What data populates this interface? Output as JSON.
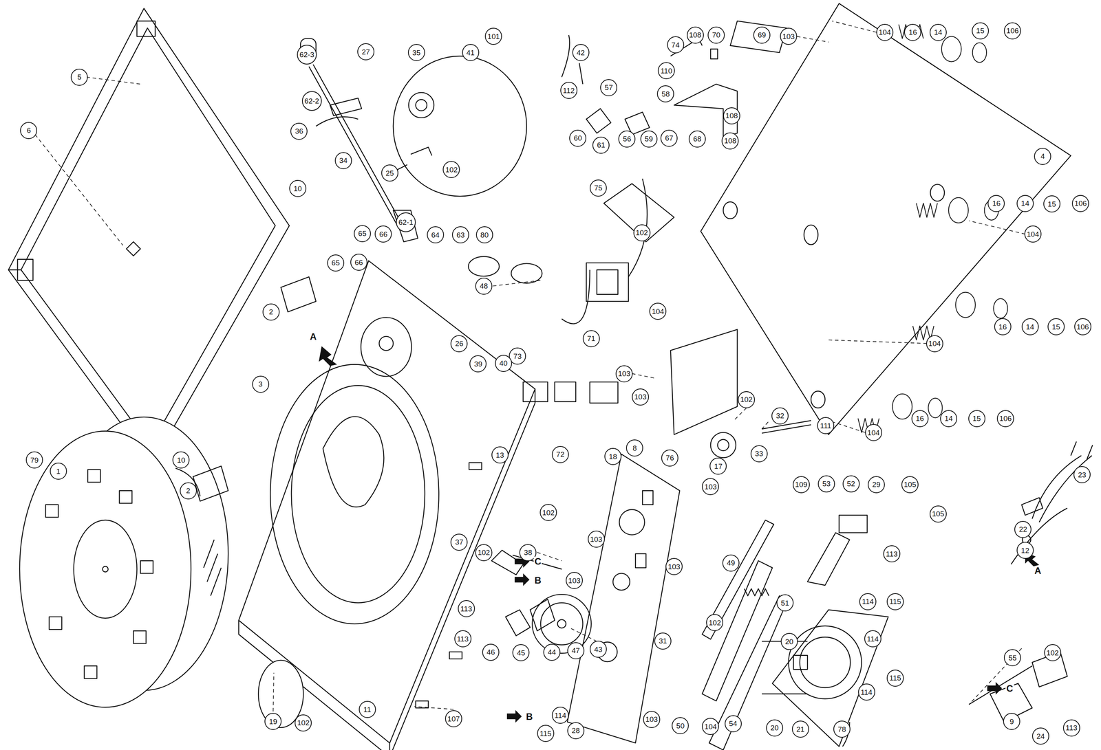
{
  "diagram": {
    "nodes": [
      {
        "text": [
          "62-3"
        ]
      },
      {
        "text": [
          "27"
        ]
      },
      {
        "text": [
          "35"
        ]
      },
      {
        "text": [
          "41"
        ]
      },
      {
        "text": [
          "101"
        ]
      },
      {
        "text": [
          "42"
        ]
      },
      {
        "text": [
          "74"
        ]
      },
      {
        "text": [
          "108"
        ]
      },
      {
        "text": [
          "70"
        ]
      },
      {
        "text": [
          "69"
        ]
      },
      {
        "text": [
          "103"
        ]
      },
      {
        "text": [
          "104"
        ]
      },
      {
        "text": [
          "16"
        ]
      },
      {
        "text": [
          "14"
        ]
      },
      {
        "text": [
          "15"
        ]
      },
      {
        "text": [
          "106"
        ]
      },
      {
        "text": [
          "5"
        ]
      },
      {
        "text": [
          "62-2"
        ]
      },
      {
        "text": [
          "110"
        ]
      },
      {
        "text": [
          "112"
        ]
      },
      {
        "text": [
          "57"
        ]
      },
      {
        "text": [
          "58"
        ]
      },
      {
        "text": [
          "108"
        ]
      },
      {
        "text": [
          "6"
        ]
      },
      {
        "text": [
          "36"
        ]
      },
      {
        "text": [
          "60"
        ]
      },
      {
        "text": [
          "61"
        ]
      },
      {
        "text": [
          "56"
        ]
      },
      {
        "text": [
          "59"
        ]
      },
      {
        "text": [
          "67"
        ]
      },
      {
        "text": [
          "68"
        ]
      },
      {
        "text": [
          "108"
        ]
      },
      {
        "text": [
          "4"
        ]
      },
      {
        "text": [
          "34"
        ]
      },
      {
        "text": [
          "25"
        ]
      },
      {
        "text": [
          "102"
        ]
      },
      {
        "text": [
          "10"
        ]
      },
      {
        "text": [
          "75"
        ]
      },
      {
        "text": [
          "16"
        ]
      },
      {
        "text": [
          "14"
        ]
      },
      {
        "text": [
          "15"
        ]
      },
      {
        "text": [
          "106"
        ]
      },
      {
        "text": [
          "62-1"
        ]
      },
      {
        "text": [
          "65"
        ]
      },
      {
        "text": [
          "66"
        ]
      },
      {
        "text": [
          "64"
        ]
      },
      {
        "text": [
          "63"
        ]
      },
      {
        "text": [
          "80"
        ]
      },
      {
        "text": [
          "102"
        ]
      },
      {
        "text": [
          "104"
        ]
      },
      {
        "text": [
          "65"
        ]
      },
      {
        "text": [
          "66"
        ]
      },
      {
        "text": [
          "48"
        ]
      },
      {
        "text": [
          "104"
        ]
      },
      {
        "text": [
          "2"
        ]
      },
      {
        "text": [
          "16"
        ]
      },
      {
        "text": [
          "14"
        ]
      },
      {
        "text": [
          "15"
        ]
      },
      {
        "text": [
          "106"
        ]
      },
      {
        "text": [
          "71"
        ]
      },
      {
        "text": [
          "26"
        ]
      },
      {
        "text": [
          "104"
        ]
      },
      {
        "text": [
          "73"
        ]
      },
      {
        "text": [
          "39"
        ]
      },
      {
        "text": [
          "40"
        ]
      },
      {
        "text": [
          "103"
        ]
      },
      {
        "text": [
          "3"
        ]
      },
      {
        "text": [
          "102"
        ]
      },
      {
        "text": [
          "32"
        ]
      },
      {
        "text": [
          "103"
        ]
      },
      {
        "text": [
          "16"
        ]
      },
      {
        "text": [
          "14"
        ]
      },
      {
        "text": [
          "15"
        ]
      },
      {
        "text": [
          "106"
        ]
      },
      {
        "text": [
          "111"
        ]
      },
      {
        "text": [
          "104"
        ]
      },
      {
        "text": [
          "8"
        ]
      },
      {
        "text": [
          "13"
        ]
      },
      {
        "text": [
          "72"
        ]
      },
      {
        "text": [
          "18"
        ]
      },
      {
        "text": [
          "33"
        ]
      },
      {
        "text": [
          "76"
        ]
      },
      {
        "text": [
          "79"
        ]
      },
      {
        "text": [
          "10"
        ]
      },
      {
        "text": [
          "17"
        ]
      },
      {
        "text": [
          "1"
        ]
      },
      {
        "text": [
          "23"
        ]
      },
      {
        "text": [
          "103"
        ]
      },
      {
        "text": [
          "109"
        ]
      },
      {
        "text": [
          "53"
        ]
      },
      {
        "text": [
          "52"
        ]
      },
      {
        "text": [
          "29"
        ]
      },
      {
        "text": [
          "105"
        ]
      },
      {
        "text": [
          "2"
        ]
      },
      {
        "text": [
          "105"
        ]
      },
      {
        "text": [
          "102"
        ]
      },
      {
        "text": [
          "22"
        ]
      },
      {
        "text": [
          "103"
        ]
      },
      {
        "text": [
          "37"
        ]
      },
      {
        "text": [
          "12"
        ]
      },
      {
        "text": [
          "102"
        ]
      },
      {
        "text": [
          "38"
        ]
      },
      {
        "text": [
          "113"
        ]
      },
      {
        "text": [
          "49"
        ]
      },
      {
        "text": [
          "103"
        ]
      },
      {
        "text": [
          "103"
        ]
      },
      {
        "text": [
          "51"
        ]
      },
      {
        "text": [
          "114"
        ]
      },
      {
        "text": [
          "115"
        ]
      },
      {
        "text": [
          "113"
        ]
      },
      {
        "text": [
          "102"
        ]
      },
      {
        "text": [
          "113"
        ]
      },
      {
        "text": [
          "114"
        ]
      },
      {
        "text": [
          "20"
        ]
      },
      {
        "text": [
          "31"
        ]
      },
      {
        "text": [
          "43"
        ]
      },
      {
        "text": [
          "47"
        ]
      },
      {
        "text": [
          "44"
        ]
      },
      {
        "text": [
          "46"
        ]
      },
      {
        "text": [
          "45"
        ]
      },
      {
        "text": [
          "102"
        ]
      },
      {
        "text": [
          "55"
        ]
      },
      {
        "text": [
          "115"
        ]
      },
      {
        "text": [
          "114"
        ]
      },
      {
        "text": [
          "11"
        ]
      },
      {
        "text": [
          "107"
        ]
      },
      {
        "text": [
          "114"
        ]
      },
      {
        "text": [
          "103"
        ]
      },
      {
        "text": [
          "19"
        ]
      },
      {
        "text": [
          "9"
        ]
      },
      {
        "text": [
          "102"
        ]
      },
      {
        "text": [
          "54"
        ]
      },
      {
        "text": [
          "50"
        ]
      },
      {
        "text": [
          "104"
        ]
      },
      {
        "text": [
          "20"
        ]
      },
      {
        "text": [
          "113"
        ]
      },
      {
        "text": [
          "115"
        ]
      },
      {
        "text": [
          "28"
        ]
      },
      {
        "text": [
          "21"
        ]
      },
      {
        "text": [
          "78"
        ]
      },
      {
        "text": [
          "24"
        ]
      }
    ],
    "labels": [
      "A",
      "A",
      "C",
      "B",
      "B",
      "C"
    ]
  }
}
